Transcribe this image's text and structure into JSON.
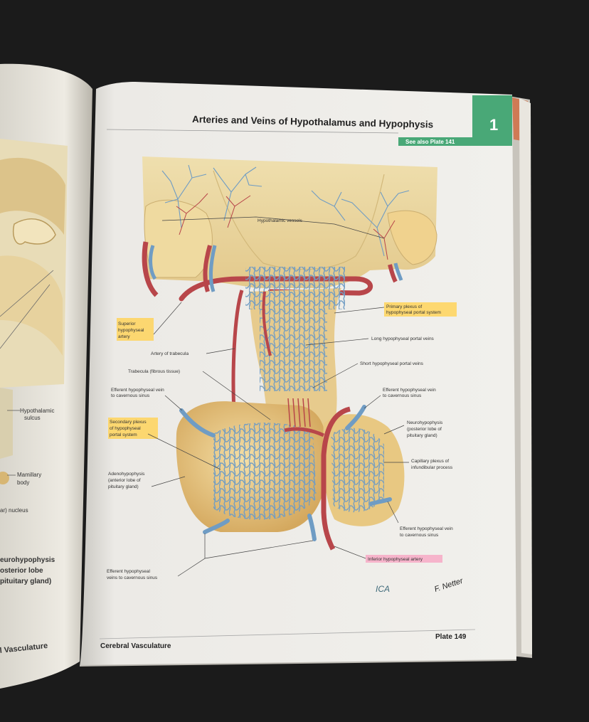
{
  "page": {
    "title": "Arteries and Veins of Hypothalamus and Hypophysis",
    "see_also": "See also Plate 141",
    "tab_number": "1",
    "footer_left": "Cerebral Vasculature",
    "footer_right": "Plate 149",
    "handwriting": "ICA",
    "signature": "F. Netter"
  },
  "left_page": {
    "labels": [
      "Hypothalamic",
      "sulcus",
      "Mamillary",
      "body",
      "ar) nucleus",
      "eurohypophysis",
      "osterior lobe",
      "pituitary gland)"
    ],
    "footer": "l Vasculature"
  },
  "labels": {
    "hypothalamic_vessels": "Hypothalamic vessels",
    "primary_plexus_1": "Primary plexus of",
    "primary_plexus_2": "hypophyseal portal system",
    "superior_hypophyseal_1": "Superior",
    "superior_hypophyseal_2": "hypophyseal",
    "superior_hypophyseal_3": "artery",
    "long_portal_veins": "Long hypophyseal portal veins",
    "artery_of_trabecula": "Artery of trabecula",
    "short_portal_veins": "Short hypophyseal portal veins",
    "trabecula": "Trabecula (fibrous tissue)",
    "efferent_left_1": "Efferent hypophyseal vein",
    "efferent_left_2": "to cavernous sinus",
    "efferent_right_1": "Efferent hypophyseal vein",
    "efferent_right_2": "to cavernous sinus",
    "secondary_plexus_1": "Secondary plexus",
    "secondary_plexus_2": "of hypophyseal",
    "secondary_plexus_3": "portal system",
    "neurohypophysis_1": "Neurohypophysis",
    "neurohypophysis_2": "(posterior lobe of",
    "neurohypophysis_3": "pituitary gland)",
    "adenohypophysis_1": "Adenohypophysis",
    "adenohypophysis_2": "(anterior lobe of",
    "adenohypophysis_3": "pituitary gland)",
    "capillary_plexus_1": "Capillary plexus of",
    "capillary_plexus_2": "infundibular process",
    "efferent_low_right_1": "Efferent hypophyseal vein",
    "efferent_low_right_2": "to cavernous sinus",
    "efferent_bottom_1": "Efferent hypophyseal",
    "efferent_bottom_2": "veins to cavernous sinus",
    "inferior_hypophyseal": "Inferior hypophyseal artery"
  },
  "colors": {
    "tab_green": "#49a877",
    "highlight_yellow": "#ffd35a",
    "highlight_pink": "#f7a9c6",
    "artery_red": "#b8464a",
    "vein_blue": "#6f9cc4",
    "tissue_tan": "#e9cf8e"
  }
}
